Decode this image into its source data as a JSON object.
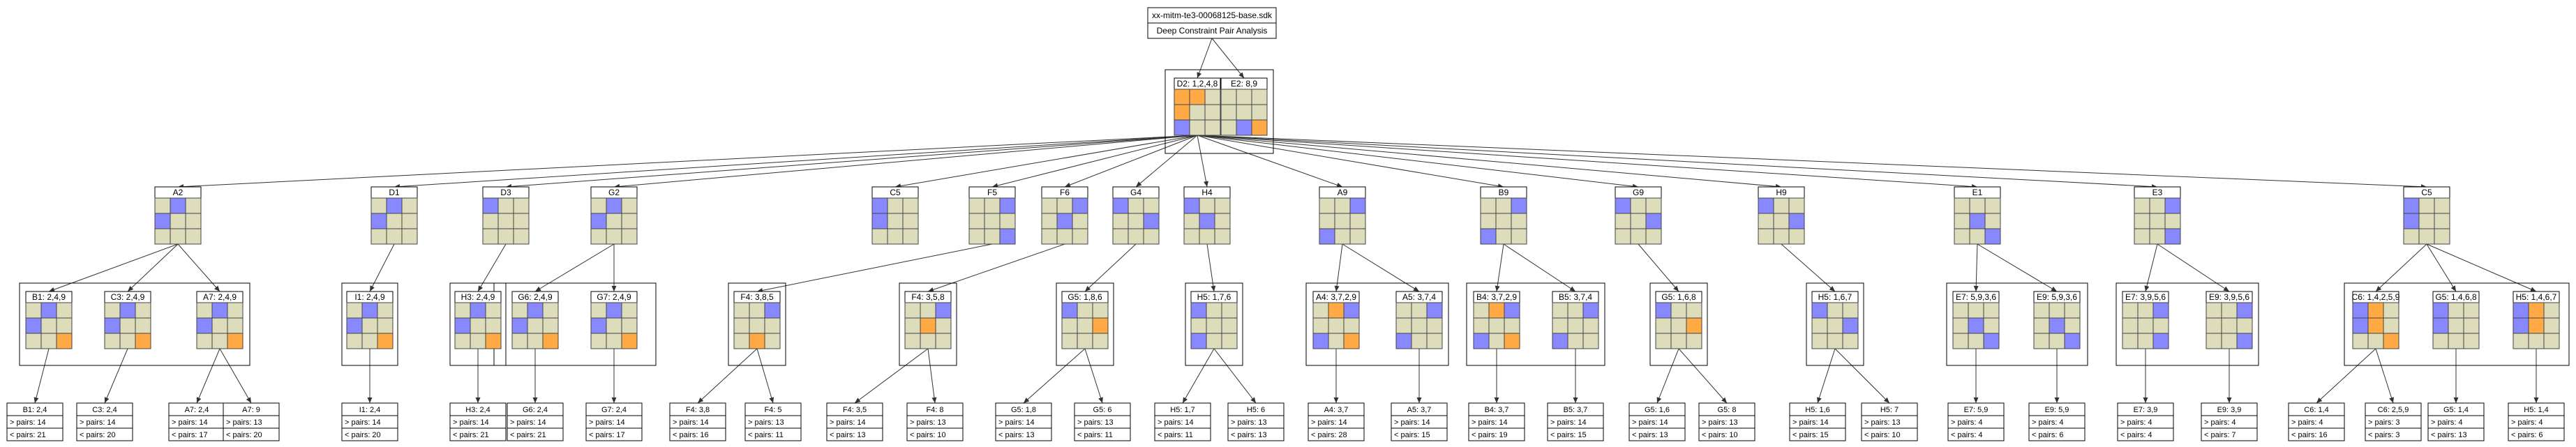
{
  "header": {
    "title": "xx-mitm-te3-00068125-base.sdk",
    "subtitle": "Deep Constraint Pair Analysis"
  },
  "colors": {
    "empty": "#ddddbb",
    "blue": "#8888ff",
    "orange": "#ffaa44",
    "line": "#333333",
    "box": "#000000"
  },
  "top_cluster": [
    {
      "id": "d2",
      "label": "D2: 1,2,4,8",
      "cells": [
        "O",
        "O",
        "",
        "O",
        "",
        "",
        "B",
        "",
        ""
      ]
    },
    {
      "id": "e2",
      "label": "E2: 8,9",
      "cells": [
        "",
        "",
        "",
        "",
        "",
        "",
        "",
        "B",
        "O"
      ]
    }
  ],
  "row1": [
    {
      "id": "a2",
      "label": "A2",
      "cells": [
        "",
        "B",
        "",
        "B",
        "",
        "",
        "",
        "",
        ""
      ]
    },
    {
      "id": "d1",
      "label": "D1",
      "cells": [
        "",
        "B",
        "",
        "B",
        "",
        "",
        "",
        "",
        ""
      ]
    },
    {
      "id": "d3",
      "label": "D3",
      "cells": [
        "B",
        "",
        "",
        "",
        "",
        "",
        "",
        "",
        ""
      ]
    },
    {
      "id": "g2",
      "label": "G2",
      "cells": [
        "",
        "B",
        "",
        "B",
        "",
        "",
        "",
        "",
        ""
      ]
    },
    {
      "id": "c5",
      "label": "C5",
      "cells": [
        "B",
        "",
        "",
        "B",
        "",
        "",
        "",
        "",
        ""
      ]
    },
    {
      "id": "f5",
      "label": "F5",
      "cells": [
        "",
        "",
        "B",
        "",
        "",
        "",
        "",
        "",
        "B"
      ]
    },
    {
      "id": "f6",
      "label": "F6",
      "cells": [
        "",
        "",
        "B",
        "",
        "B",
        "",
        "",
        "",
        ""
      ]
    },
    {
      "id": "g4",
      "label": "G4",
      "cells": [
        "B",
        "",
        "",
        "",
        "",
        "B",
        "",
        "",
        ""
      ]
    },
    {
      "id": "h4",
      "label": "H4",
      "cells": [
        "B",
        "",
        "",
        "",
        "B",
        "",
        "",
        "",
        ""
      ]
    },
    {
      "id": "a9",
      "label": "A9",
      "cells": [
        "",
        "",
        "B",
        "",
        "",
        "",
        "B",
        "",
        ""
      ]
    },
    {
      "id": "b9",
      "label": "B9",
      "cells": [
        "",
        "",
        "B",
        "",
        "",
        "",
        "B",
        "",
        ""
      ]
    },
    {
      "id": "g9",
      "label": "G9",
      "cells": [
        "B",
        "",
        "",
        "",
        "",
        "B",
        "",
        "",
        ""
      ]
    },
    {
      "id": "h9",
      "label": "H9",
      "cells": [
        "B",
        "",
        "",
        "",
        "",
        "B",
        "",
        "",
        ""
      ]
    },
    {
      "id": "e1",
      "label": "E1",
      "cells": [
        "",
        "",
        "",
        "",
        "B",
        "",
        "",
        "",
        "B"
      ]
    },
    {
      "id": "e3",
      "label": "E3",
      "cells": [
        "",
        "",
        "B",
        "",
        "",
        "",
        "",
        "",
        "B"
      ]
    },
    {
      "id": "c5b",
      "label": "C5",
      "cells": [
        "B",
        "",
        "",
        "B",
        "",
        "",
        "",
        "",
        ""
      ]
    }
  ],
  "row2": [
    {
      "id": "b1",
      "label": "B1: 2,4,9",
      "parent": "a2",
      "cells": [
        "",
        "B",
        "",
        "B",
        "",
        "",
        "",
        "",
        "O"
      ]
    },
    {
      "id": "c3",
      "label": "C3: 2,4,9",
      "parent": "a2",
      "cells": [
        "",
        "B",
        "",
        "B",
        "",
        "",
        "",
        "",
        "O"
      ]
    },
    {
      "id": "a7",
      "label": "A7: 2,4,9",
      "parent": "a2",
      "cells": [
        "",
        "B",
        "",
        "B",
        "",
        "",
        "",
        "",
        "O"
      ]
    },
    {
      "id": "i1",
      "label": "I1: 2,4,9",
      "parent": "d1",
      "cells": [
        "",
        "B",
        "",
        "B",
        "",
        "",
        "",
        "",
        "O"
      ]
    },
    {
      "id": "h3",
      "label": "H3: 2,4,9",
      "parent": "d3",
      "cells": [
        "",
        "B",
        "",
        "B",
        "",
        "",
        "",
        "",
        "O"
      ]
    },
    {
      "id": "g6",
      "label": "G6: 2,4,9",
      "parent": "g2",
      "cells": [
        "",
        "B",
        "",
        "B",
        "",
        "",
        "",
        "",
        "O"
      ]
    },
    {
      "id": "g7",
      "label": "G7: 2,4,9",
      "parent": "g2",
      "cells": [
        "",
        "B",
        "",
        "B",
        "",
        "",
        "",
        "",
        "O"
      ]
    },
    {
      "id": "f4a",
      "label": "F4: 3,8,5",
      "parent": "f5",
      "cells": [
        "",
        "",
        "B",
        "",
        "",
        "",
        "",
        "O",
        ""
      ]
    },
    {
      "id": "f4b",
      "label": "F4: 3,5,8",
      "parent": "f6",
      "cells": [
        "",
        "",
        "B",
        "",
        "O",
        "",
        "",
        "",
        ""
      ]
    },
    {
      "id": "g5",
      "label": "G5: 1,8,6",
      "parent": "g4",
      "cells": [
        "B",
        "",
        "",
        "",
        "",
        "O",
        "",
        "",
        ""
      ]
    },
    {
      "id": "h5",
      "label": "H5: 1,7,6",
      "parent": "h4",
      "cells": [
        "B",
        "",
        "",
        "",
        "",
        "",
        "B",
        "",
        ""
      ]
    },
    {
      "id": "a4",
      "label": "A4: 3,7,2,9",
      "parent": "a9",
      "cells": [
        "",
        "O",
        "B",
        "",
        "",
        "",
        "B",
        "",
        "O"
      ]
    },
    {
      "id": "a5",
      "label": "A5: 3,7,4",
      "parent": "a9",
      "cells": [
        "",
        "",
        "B",
        "",
        "",
        "",
        "B",
        "",
        ""
      ]
    },
    {
      "id": "b4",
      "label": "B4: 3,7,2,9",
      "parent": "b9",
      "cells": [
        "",
        "O",
        "B",
        "",
        "",
        "",
        "B",
        "",
        "O"
      ]
    },
    {
      "id": "b5",
      "label": "B5: 3,7,4",
      "parent": "b9",
      "cells": [
        "",
        "",
        "B",
        "",
        "",
        "",
        "B",
        "",
        ""
      ]
    },
    {
      "id": "g5b",
      "label": "G5: 1,6,8",
      "parent": "g9",
      "cells": [
        "B",
        "",
        "",
        "",
        "",
        "O",
        "",
        "",
        ""
      ]
    },
    {
      "id": "h5b",
      "label": "H5: 1,6,7",
      "parent": "h9",
      "cells": [
        "B",
        "",
        "",
        "",
        "",
        "B",
        "",
        "",
        ""
      ]
    },
    {
      "id": "e7",
      "label": "E7: 5,9,3,6",
      "parent": "e1",
      "cells": [
        "",
        "",
        "",
        "",
        "B",
        "",
        "",
        "",
        "B"
      ]
    },
    {
      "id": "e9",
      "label": "E9: 5,9,3,6",
      "parent": "e1",
      "cells": [
        "",
        "",
        "",
        "",
        "B",
        "",
        "",
        "",
        "B"
      ]
    },
    {
      "id": "e7b",
      "label": "E7: 3,9,5,6",
      "parent": "e3",
      "cells": [
        "",
        "",
        "B",
        "",
        "",
        "",
        "",
        "",
        "B"
      ]
    },
    {
      "id": "e9b",
      "label": "E9: 3,9,5,6",
      "parent": "e3",
      "cells": [
        "",
        "",
        "B",
        "",
        "",
        "",
        "",
        "",
        "B"
      ]
    },
    {
      "id": "c6",
      "label": "C6: 1,4,2,5,9",
      "parent": "c5b",
      "cells": [
        "B",
        "O",
        "",
        "B",
        "O",
        "",
        "",
        "",
        "O"
      ]
    },
    {
      "id": "g5c",
      "label": "G5: 1,4,6,8",
      "parent": "c5b",
      "cells": [
        "B",
        "",
        "",
        "B",
        "",
        "",
        "",
        "",
        ""
      ]
    },
    {
      "id": "h5c",
      "label": "H5: 1,4,6,7",
      "parent": "c5b",
      "cells": [
        "B",
        "O",
        "",
        "B",
        "O",
        "",
        "",
        "",
        ""
      ]
    }
  ],
  "leaves": [
    {
      "label": "B1: 2,4",
      "gt": "> pairs: 14",
      "lt": "< pairs: 21",
      "parent": "b1"
    },
    {
      "label": "C3: 2,4",
      "gt": "> pairs: 14",
      "lt": "< pairs: 20",
      "parent": "c3"
    },
    {
      "label": "A7: 2,4",
      "gt": "> pairs: 14",
      "lt": "< pairs: 17",
      "parent": "a7"
    },
    {
      "label": "A7: 9",
      "gt": "> pairs: 13",
      "lt": "< pairs: 20",
      "parent": "a7"
    },
    {
      "label": "I1: 2,4",
      "gt": "> pairs: 14",
      "lt": "< pairs: 20",
      "parent": "i1"
    },
    {
      "label": "H3: 2,4",
      "gt": "> pairs: 14",
      "lt": "< pairs: 21",
      "parent": "h3"
    },
    {
      "label": "G6: 2,4",
      "gt": "> pairs: 14",
      "lt": "< pairs: 21",
      "parent": "g6"
    },
    {
      "label": "G7: 2,4",
      "gt": "> pairs: 14",
      "lt": "< pairs: 17",
      "parent": "g7"
    },
    {
      "label": "F4: 3,8",
      "gt": "> pairs: 14",
      "lt": "< pairs: 16",
      "parent": "f4a"
    },
    {
      "label": "F4: 5",
      "gt": "> pairs: 13",
      "lt": "< pairs: 11",
      "parent": "f4a"
    },
    {
      "label": "F4: 3,5",
      "gt": "> pairs: 14",
      "lt": "< pairs: 13",
      "parent": "f4b"
    },
    {
      "label": "F4: 8",
      "gt": "> pairs: 13",
      "lt": "< pairs: 10",
      "parent": "f4b"
    },
    {
      "label": "G5: 1,8",
      "gt": "> pairs: 14",
      "lt": "< pairs: 13",
      "parent": "g5"
    },
    {
      "label": "G5: 6",
      "gt": "> pairs: 13",
      "lt": "< pairs: 11",
      "parent": "g5"
    },
    {
      "label": "H5: 1,7",
      "gt": "> pairs: 14",
      "lt": "< pairs: 11",
      "parent": "h5"
    },
    {
      "label": "H5: 6",
      "gt": "> pairs: 13",
      "lt": "< pairs: 13",
      "parent": "h5"
    },
    {
      "label": "A4: 3,7",
      "gt": "> pairs: 14",
      "lt": "< pairs: 28",
      "parent": "a4"
    },
    {
      "label": "A5: 3,7",
      "gt": "> pairs: 14",
      "lt": "< pairs: 15",
      "parent": "a5"
    },
    {
      "label": "B4: 3,7",
      "gt": "> pairs: 14",
      "lt": "< pairs: 19",
      "parent": "b4"
    },
    {
      "label": "B5: 3,7",
      "gt": "> pairs: 14",
      "lt": "< pairs: 15",
      "parent": "b5"
    },
    {
      "label": "G5: 1,6",
      "gt": "> pairs: 14",
      "lt": "< pairs: 13",
      "parent": "g5b"
    },
    {
      "label": "G5: 8",
      "gt": "> pairs: 13",
      "lt": "< pairs: 10",
      "parent": "g5b"
    },
    {
      "label": "H5: 1,6",
      "gt": "> pairs: 14",
      "lt": "< pairs: 15",
      "parent": "h5b"
    },
    {
      "label": "H5: 7",
      "gt": "> pairs: 13",
      "lt": "< pairs: 10",
      "parent": "h5b"
    },
    {
      "label": "E7: 5,9",
      "gt": "> pairs: 4",
      "lt": "< pairs: 4",
      "parent": "e7"
    },
    {
      "label": "E9: 5,9",
      "gt": "> pairs: 4",
      "lt": "< pairs: 6",
      "parent": "e9"
    },
    {
      "label": "E7: 3,9",
      "gt": "> pairs: 4",
      "lt": "< pairs: 4",
      "parent": "e7b"
    },
    {
      "label": "E9: 3,9",
      "gt": "> pairs: 4",
      "lt": "< pairs: 7",
      "parent": "e9b"
    },
    {
      "label": "C6: 1,4",
      "gt": "> pairs: 4",
      "lt": "< pairs: 16",
      "parent": "c6"
    },
    {
      "label": "C6: 2,5,9",
      "gt": "> pairs: 3",
      "lt": "< pairs: 3",
      "parent": "c6"
    },
    {
      "label": "G5: 1,4",
      "gt": "> pairs: 4",
      "lt": "< pairs: 13",
      "parent": "g5c"
    },
    {
      "label": "H5: 1,4",
      "gt": "> pairs: 4",
      "lt": "< pairs: 6",
      "parent": "h5c"
    }
  ]
}
